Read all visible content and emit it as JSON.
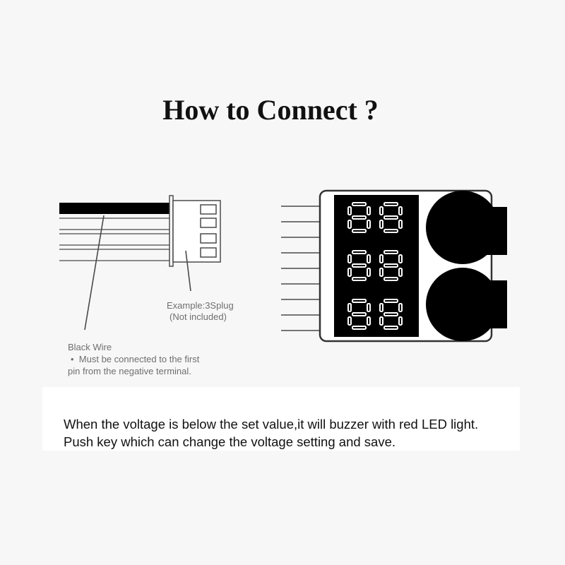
{
  "title": "How to Connect ?",
  "plug": {
    "example_label": "Example:3Splug",
    "not_included": "(Not included)"
  },
  "wire": {
    "black_wire_label": "Black Wire",
    "bullet": "•",
    "note_line1": "Must be connected to the first",
    "note_line2": "pin from the negative terminal."
  },
  "device": {
    "digit_count": 6,
    "pin_count": 9,
    "buzzer_count": 2
  },
  "description": {
    "line1": "When the voltage is below the set value,it will buzzer with red LED light.",
    "line2": "Push key which can change the voltage setting and save."
  },
  "colors": {
    "line": "#4a4a4a",
    "display_bg": "#000000",
    "segment": "#ffffff",
    "text_gray": "#6f6f6f",
    "title": "#111111"
  }
}
